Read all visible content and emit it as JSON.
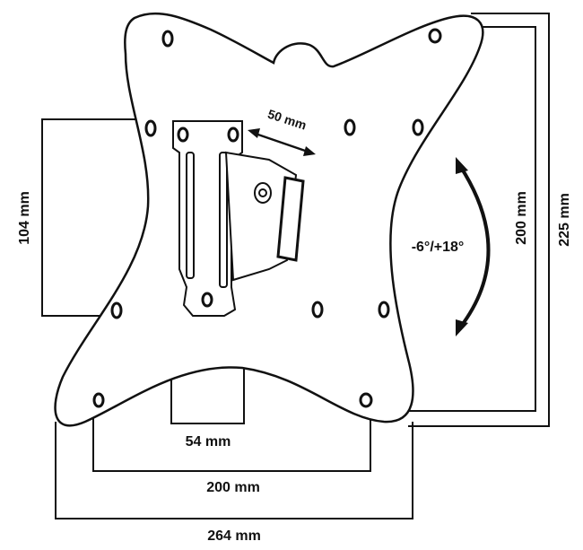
{
  "diagram": {
    "labels": {
      "bracket_travel": "50 mm",
      "left_height": "104 mm",
      "vesa_vertical": "200 mm",
      "plate_height": "225 mm",
      "tilt_range": "-6°/+18°",
      "bracket_width": "54 mm",
      "vesa_horizontal": "200 mm",
      "plate_width": "264 mm"
    },
    "colors": {
      "line": "#111111",
      "background": "#ffffff"
    }
  }
}
